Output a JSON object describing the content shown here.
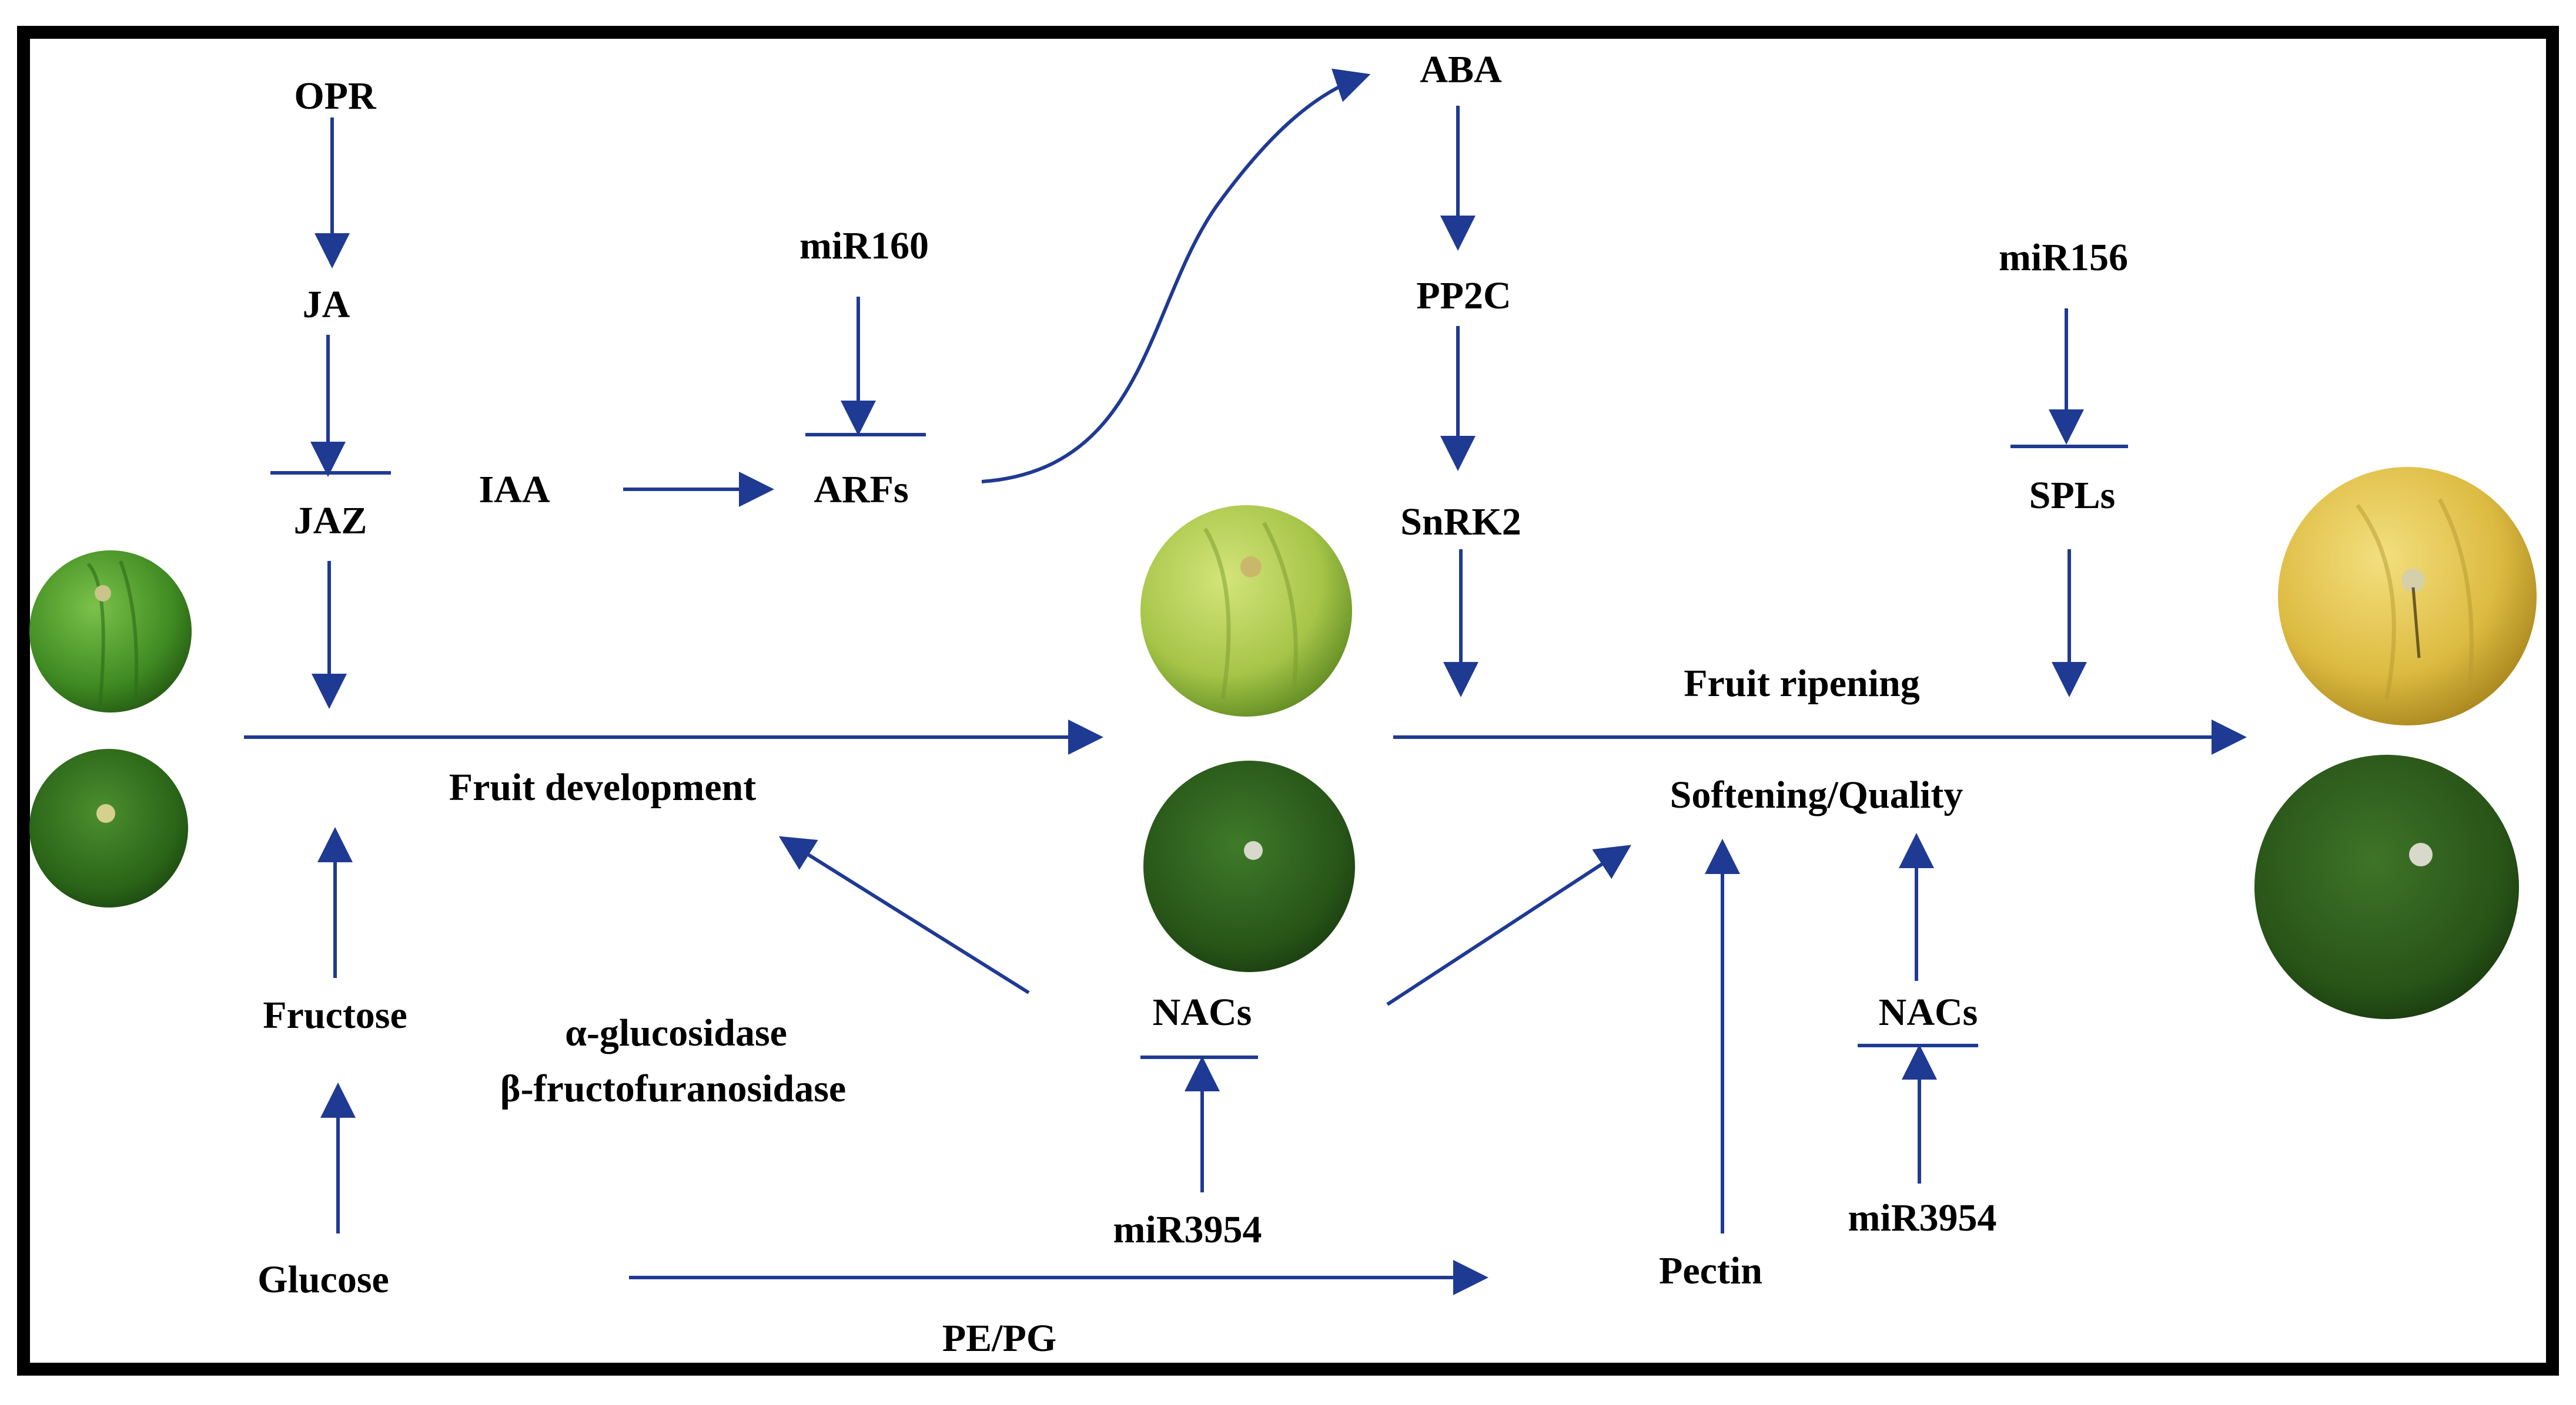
{
  "colors": {
    "arrow": "#1f3a93",
    "frame": "#000000",
    "text": "#000000"
  },
  "nodes": {
    "opr": "OPR",
    "ja": "JA",
    "jaz": "JAZ",
    "iaa": "IAA",
    "mir160": "miR160",
    "arfs": "ARFs",
    "aba": "ABA",
    "pp2c": "PP2C",
    "snrk2": "SnRK2",
    "mir156": "miR156",
    "spls": "SPLs",
    "fruit_ripening": "Fruit ripening",
    "fruit_development": "Fruit development",
    "softening_quality": "Softening/Quality",
    "fructose": "Fructose",
    "alpha_glucosidase": "α-glucosidase",
    "beta_fructofuranosidase": "β-fructofuranosidase",
    "nacs_center": "NACs",
    "nacs_right": "NACs",
    "mir3954_center": "miR3954",
    "mir3954_right": "miR3954",
    "glucose": "Glucose",
    "pectin": "Pectin",
    "pe_pg": "PE/PG"
  },
  "fruits": [
    {
      "stage": "early",
      "view": "side",
      "color": "#4f9a2a"
    },
    {
      "stage": "early",
      "view": "top",
      "color": "#2f6e1c"
    },
    {
      "stage": "middle",
      "view": "side",
      "color": "#a8c84a"
    },
    {
      "stage": "middle",
      "view": "top",
      "color": "#2e5f1f"
    },
    {
      "stage": "late",
      "view": "side",
      "color": "#e2c24a"
    },
    {
      "stage": "late",
      "view": "top",
      "color": "#2c5a1c"
    }
  ]
}
